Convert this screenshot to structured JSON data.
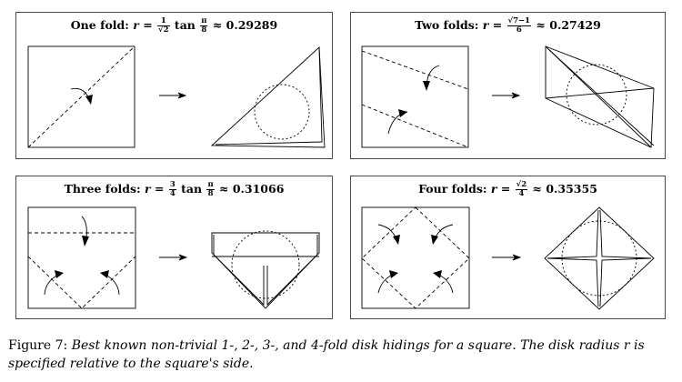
{
  "panels": [
    {
      "id": "one",
      "title_prefix": "One fold:",
      "var": "r",
      "op": "=",
      "frac_num": "1",
      "frac_den": "√2",
      "fn": "tan",
      "pi_num": "π",
      "pi_den": "8",
      "approx": "≈ 0.29289"
    },
    {
      "id": "two",
      "title_prefix": "Two folds:",
      "var": "r",
      "op": "=",
      "frac_num": "√7−1",
      "frac_den": "6",
      "approx": "≈ 0.27429"
    },
    {
      "id": "three",
      "title_prefix": "Three folds:",
      "var": "r",
      "op": "=",
      "frac_num": "3",
      "frac_den": "4",
      "fn": "tan",
      "pi_num": "π",
      "pi_den": "8",
      "approx": "≈ 0.31066"
    },
    {
      "id": "four",
      "title_prefix": "Four folds:",
      "var": "r",
      "op": "=",
      "frac_num": "√2",
      "frac_den": "4",
      "approx": "≈ 0.35355"
    }
  ],
  "caption": {
    "label": "Figure 7:",
    "text": "Best known non-trivial 1-, 2-, 3-, and 4-fold disk hidings for a square. The disk radius r is specified relative to the square's side."
  },
  "colors": {
    "line": "#000000",
    "frame": "#4a4a4a",
    "background": "#ffffff"
  }
}
